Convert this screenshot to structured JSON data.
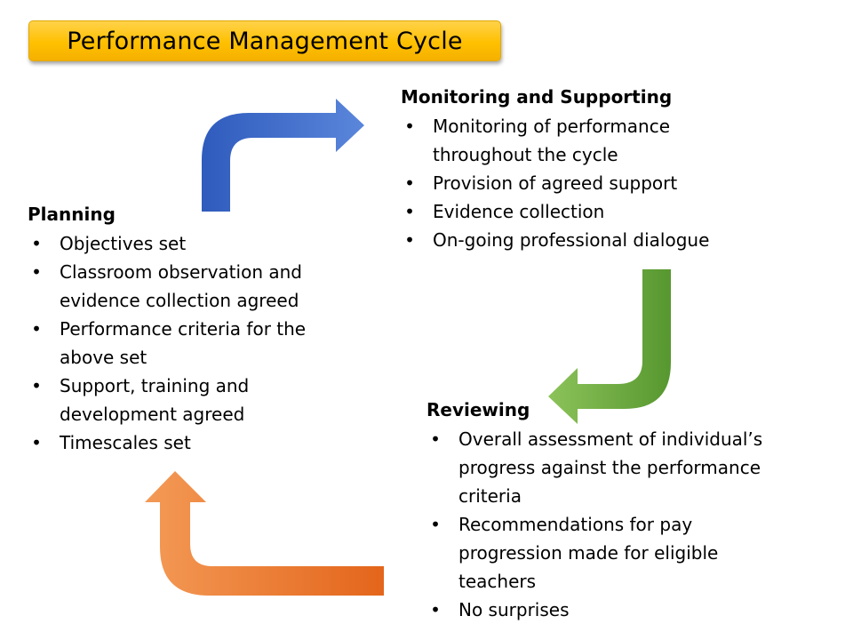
{
  "title": "Performance Management Cycle",
  "colors": {
    "title_fill": "#ffc000",
    "arrow_blue": "#3d68c7",
    "arrow_green": "#6aa83f",
    "arrow_orange": "#ec7227"
  },
  "bullet_glyph": "•",
  "planning": {
    "heading": "Planning",
    "items": [
      "Objectives set",
      "Classroom observation and evidence collection agreed",
      "Performance criteria for the above set",
      "Support, training and development agreed",
      "Timescales set"
    ]
  },
  "monitoring": {
    "heading": "Monitoring and Supporting",
    "items": [
      "Monitoring of performance throughout the cycle",
      "Provision of agreed support",
      "Evidence collection",
      "On-going professional dialogue"
    ]
  },
  "reviewing": {
    "heading": "Reviewing",
    "items": [
      "Overall assessment of individual’s progress against the performance criteria",
      "Recommendations for pay progression made for eligible teachers",
      "No surprises"
    ]
  },
  "arrows": [
    {
      "name": "planning-to-monitoring-arrow-icon",
      "color": "blue"
    },
    {
      "name": "monitoring-to-reviewing-arrow-icon",
      "color": "green"
    },
    {
      "name": "reviewing-to-planning-arrow-icon",
      "color": "orange"
    }
  ]
}
